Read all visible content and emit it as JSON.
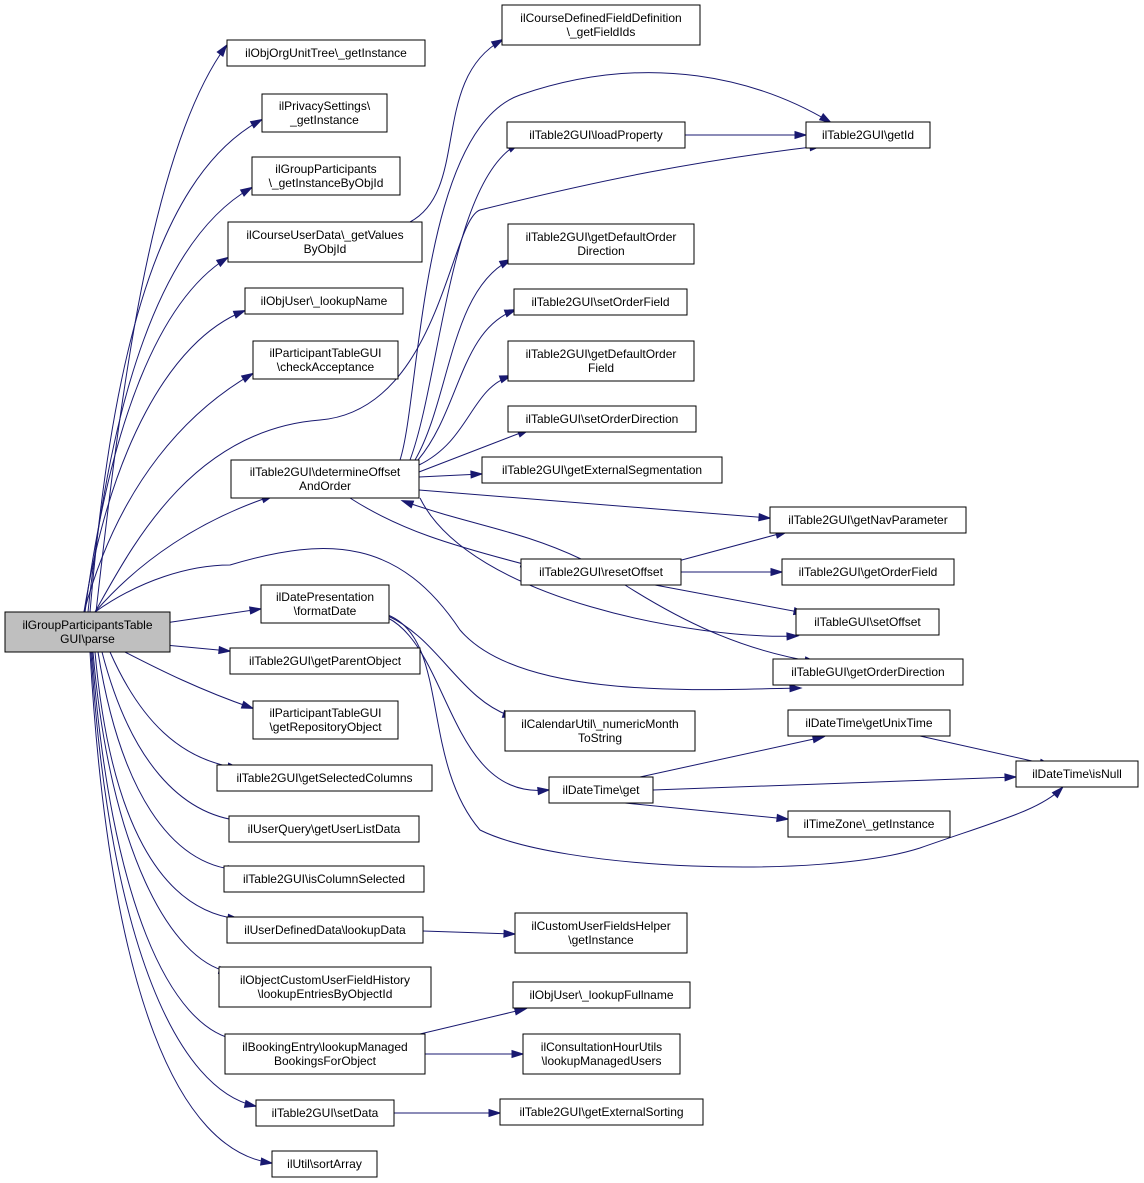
{
  "graph": {
    "edge_color": "#191970",
    "root_fill": "#bfbfbf",
    "nodes": [
      {
        "id": "root",
        "lines": [
          "ilGroupParticipantsTable",
          "GUI\\parse"
        ],
        "root": true
      },
      {
        "id": "orgunit",
        "lines": [
          "ilObjOrgUnitTree\\_getInstance"
        ]
      },
      {
        "id": "privacy",
        "lines": [
          "ilPrivacySettings\\",
          "_getInstance"
        ]
      },
      {
        "id": "grpPart",
        "lines": [
          "ilGroupParticipants",
          "\\_getInstanceByObjId"
        ]
      },
      {
        "id": "courseUD",
        "lines": [
          "ilCourseUserData\\_getValues",
          "ByObjId"
        ]
      },
      {
        "id": "lookupName",
        "lines": [
          "ilObjUser\\_lookupName"
        ]
      },
      {
        "id": "checkAcc",
        "lines": [
          "ilParticipantTableGUI",
          "\\checkAcceptance"
        ]
      },
      {
        "id": "determine",
        "lines": [
          "ilTable2GUI\\determineOffset",
          "AndOrder"
        ]
      },
      {
        "id": "formatDate",
        "lines": [
          "ilDatePresentation",
          "\\formatDate"
        ]
      },
      {
        "id": "getParent",
        "lines": [
          "ilTable2GUI\\getParentObject"
        ]
      },
      {
        "id": "getRepo",
        "lines": [
          "ilParticipantTableGUI",
          "\\getRepositoryObject"
        ]
      },
      {
        "id": "getSelCols",
        "lines": [
          "ilTable2GUI\\getSelectedColumns"
        ]
      },
      {
        "id": "userList",
        "lines": [
          "ilUserQuery\\getUserListData"
        ]
      },
      {
        "id": "isColSel",
        "lines": [
          "ilTable2GUI\\isColumnSelected"
        ]
      },
      {
        "id": "udLookup",
        "lines": [
          "ilUserDefinedData\\lookupData"
        ]
      },
      {
        "id": "customHist",
        "lines": [
          "ilObjectCustomUserFieldHistory",
          "\\lookupEntriesByObjectId"
        ]
      },
      {
        "id": "booking",
        "lines": [
          "ilBookingEntry\\lookupManaged",
          "BookingsForObject"
        ]
      },
      {
        "id": "setData",
        "lines": [
          "ilTable2GUI\\setData"
        ]
      },
      {
        "id": "sortArray",
        "lines": [
          "ilUtil\\sortArray"
        ]
      },
      {
        "id": "fieldIds",
        "lines": [
          "ilCourseDefinedFieldDefinition",
          "\\_getFieldIds"
        ]
      },
      {
        "id": "loadProp",
        "lines": [
          "ilTable2GUI\\loadProperty"
        ]
      },
      {
        "id": "getId",
        "lines": [
          "ilTable2GUI\\getId"
        ]
      },
      {
        "id": "defOrderDir",
        "lines": [
          "ilTable2GUI\\getDefaultOrder",
          "Direction"
        ]
      },
      {
        "id": "setOrderField",
        "lines": [
          "ilTable2GUI\\setOrderField"
        ]
      },
      {
        "id": "defOrderField",
        "lines": [
          "ilTable2GUI\\getDefaultOrder",
          "Field"
        ]
      },
      {
        "id": "setOrderDir",
        "lines": [
          "ilTableGUI\\setOrderDirection"
        ]
      },
      {
        "id": "extSeg",
        "lines": [
          "ilTable2GUI\\getExternalSegmentation"
        ]
      },
      {
        "id": "navParam",
        "lines": [
          "ilTable2GUI\\getNavParameter"
        ]
      },
      {
        "id": "resetOffset",
        "lines": [
          "ilTable2GUI\\resetOffset"
        ]
      },
      {
        "id": "getOrderField",
        "lines": [
          "ilTable2GUI\\getOrderField"
        ]
      },
      {
        "id": "setOffset",
        "lines": [
          "ilTableGUI\\setOffset"
        ]
      },
      {
        "id": "getOrderDir",
        "lines": [
          "ilTableGUI\\getOrderDirection"
        ]
      },
      {
        "id": "numMonth",
        "lines": [
          "ilCalendarUtil\\_numericMonth",
          "ToString"
        ]
      },
      {
        "id": "dtGet",
        "lines": [
          "ilDateTime\\get"
        ]
      },
      {
        "id": "unixTime",
        "lines": [
          "ilDateTime\\getUnixTime"
        ]
      },
      {
        "id": "isNull",
        "lines": [
          "ilDateTime\\isNull"
        ]
      },
      {
        "id": "tzInst",
        "lines": [
          "ilTimeZone\\_getInstance"
        ]
      },
      {
        "id": "customFields",
        "lines": [
          "ilCustomUserFieldsHelper",
          "\\getInstance"
        ]
      },
      {
        "id": "lookupFull",
        "lines": [
          "ilObjUser\\_lookupFullname"
        ]
      },
      {
        "id": "consult",
        "lines": [
          "ilConsultationHourUtils",
          "\\lookupManagedUsers"
        ]
      },
      {
        "id": "extSort",
        "lines": [
          "ilTable2GUI\\getExternalSorting"
        ]
      }
    ]
  }
}
